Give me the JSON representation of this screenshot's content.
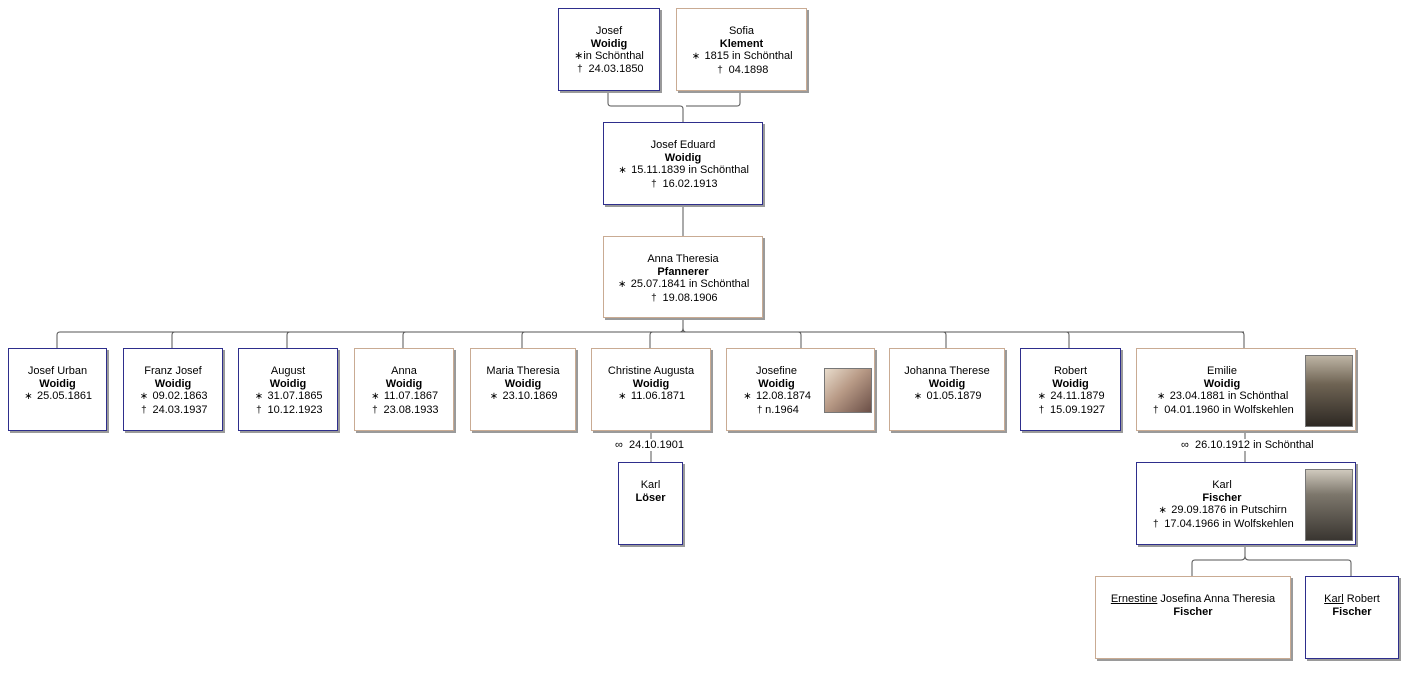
{
  "people": {
    "josef": {
      "given": "Josef",
      "family": "Woidig",
      "birth": "in Schönthal",
      "death": "24.03.1850"
    },
    "sofia": {
      "given": "Sofia",
      "family": "Klement",
      "birth": "1815 in Schönthal",
      "death": "04.1898"
    },
    "josef_eduard": {
      "given": "Josef Eduard",
      "family": "Woidig",
      "birth": "15.11.1839 in Schönthal",
      "death": "16.02.1913"
    },
    "anna_theresia": {
      "given": "Anna Theresia",
      "family": "Pfannerer",
      "birth": "25.07.1841 in Schönthal",
      "death": "19.08.1906"
    },
    "josef_urban": {
      "given": "Josef Urban",
      "family": "Woidig",
      "birth": "25.05.1861"
    },
    "franz_josef": {
      "given": "Franz Josef",
      "family": "Woidig",
      "birth": "09.02.1863",
      "death": "24.03.1937"
    },
    "august": {
      "given": "August",
      "family": "Woidig",
      "birth": "31.07.1865",
      "death": "10.12.1923"
    },
    "anna": {
      "given": "Anna",
      "family": "Woidig",
      "birth": "11.07.1867",
      "death": "23.08.1933"
    },
    "maria_theresia": {
      "given": "Maria Theresia",
      "family": "Woidig",
      "birth": "23.10.1869"
    },
    "christine_augusta": {
      "given": "Christine Augusta",
      "family": "Woidig",
      "birth": "11.06.1871"
    },
    "josefine": {
      "given": "Josefine",
      "family": "Woidig",
      "birth": "12.08.1874",
      "death": "n.1964"
    },
    "johanna_therese": {
      "given": "Johanna Therese",
      "family": "Woidig",
      "birth": "01.05.1879"
    },
    "robert": {
      "given": "Robert",
      "family": "Woidig",
      "birth": "24.11.1879",
      "death": "15.09.1927"
    },
    "emilie": {
      "given": "Emilie",
      "family": "Woidig",
      "birth": "23.04.1881 in Schönthal",
      "death": "04.01.1960 in Wolfskehlen"
    },
    "karl_loeser": {
      "given": "Karl",
      "family": "Löser"
    },
    "karl_fischer": {
      "given": "Karl",
      "family": "Fischer",
      "birth": "29.09.1876 in Putschirn",
      "death": "17.04.1966 in Wolfskehlen"
    },
    "ernestine": {
      "given_underlined": "Ernestine",
      "given_rest": "Josefina Anna Theresia",
      "family": "Fischer"
    },
    "karl_robert": {
      "given_underlined": "Karl",
      "given_rest": "Robert",
      "family": "Fischer"
    }
  },
  "marriages": {
    "christine": {
      "date": "24.10.1901"
    },
    "emilie": {
      "date": "26.10.1912 in Schönthal"
    }
  },
  "symbols": {
    "birth": "∗",
    "death": "†",
    "marriage": "∞"
  },
  "colors": {
    "male_border": "#2e2e8c",
    "female_border": "#c9ab93",
    "line": "#555555",
    "shadow": "#9a9a9a"
  }
}
